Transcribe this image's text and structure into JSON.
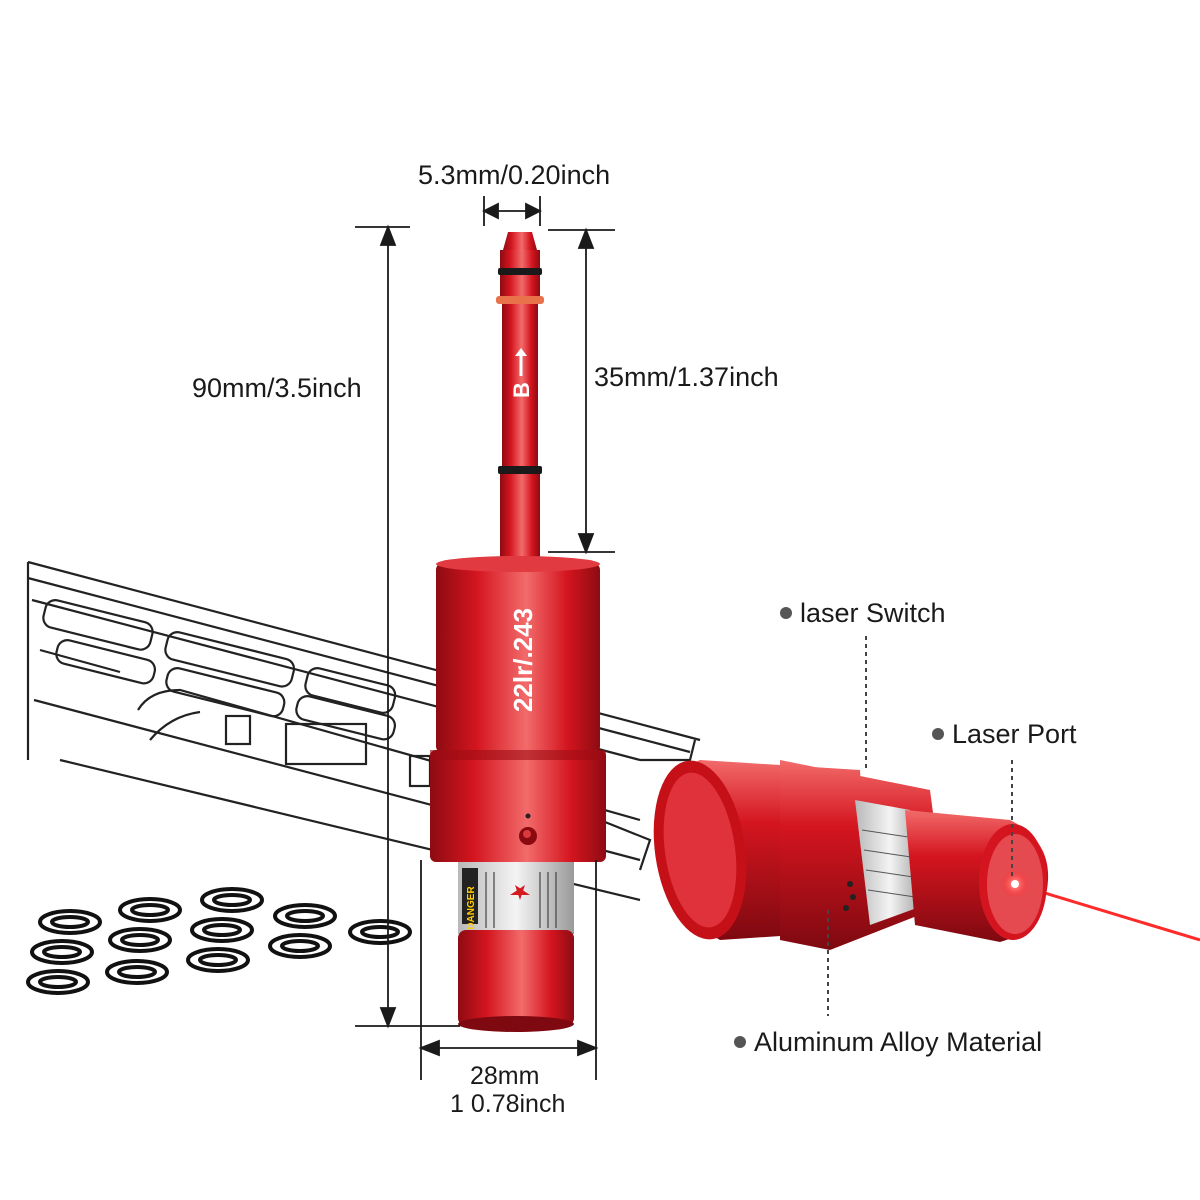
{
  "dimensions": {
    "tip_width": "5.3mm/0.20inch",
    "total_length": "90mm/3.5inch",
    "caliber_pin_length": "35mm/1.37inch",
    "body_diameter_mm": "28mm",
    "body_diameter_inch": "1 0.78inch"
  },
  "callouts": {
    "laser_switch": "laser Switch",
    "laser_port": "Laser Port",
    "material": "Aluminum Alloy Material"
  },
  "product_markings": {
    "caliber": "22lr/.243",
    "pin_letter": "B",
    "warning_label": "DANGER"
  },
  "colors": {
    "body_red": "#d4151f",
    "body_highlight": "#f26b6b",
    "body_shadow": "#8e0b12",
    "laser_beam": "#ff2a2a",
    "line_art": "#222222",
    "dimension_line": "#1a1a1a"
  }
}
